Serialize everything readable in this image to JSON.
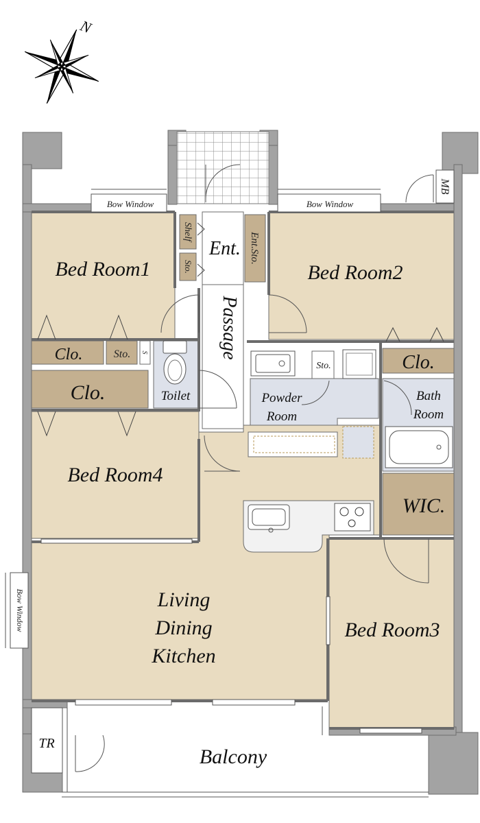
{
  "compass": {
    "north_label": "N"
  },
  "rooms": {
    "bed1": "Bed Room1",
    "bed2": "Bed Room2",
    "bed3": "Bed Room3",
    "bed4": "Bed Room4",
    "ldk": [
      "Living",
      "Dining",
      "Kitchen"
    ],
    "balcony": "Balcony",
    "entrance": "Ent.",
    "passage": "Passage",
    "toilet": "Toilet",
    "powder": [
      "Powder",
      "Room"
    ],
    "bath": [
      "Bath",
      "Room"
    ],
    "wic": "WIC.",
    "tr": "TR",
    "mb": "MB"
  },
  "storage": {
    "clo_top_left": "Clo.",
    "clo_left": "Clo.",
    "clo_right": "Clo.",
    "sto_left": "Sto.",
    "s_narrow": "S",
    "sto_powder": "Sto.",
    "shelf": "Shelf",
    "sto_ent": "Sto.",
    "ent_sto": "Ent.Sto."
  },
  "windows": {
    "bow_left_top": "Bow Window",
    "bow_right_top": "Bow Window",
    "bow_side": "Bow Window"
  },
  "colors": {
    "room_fill": "#e9dcc1",
    "storage_fill": "#c4b090",
    "wet_fill": "#dde1ea",
    "wall": "#a3a3a3",
    "wall_dark": "#808080"
  }
}
